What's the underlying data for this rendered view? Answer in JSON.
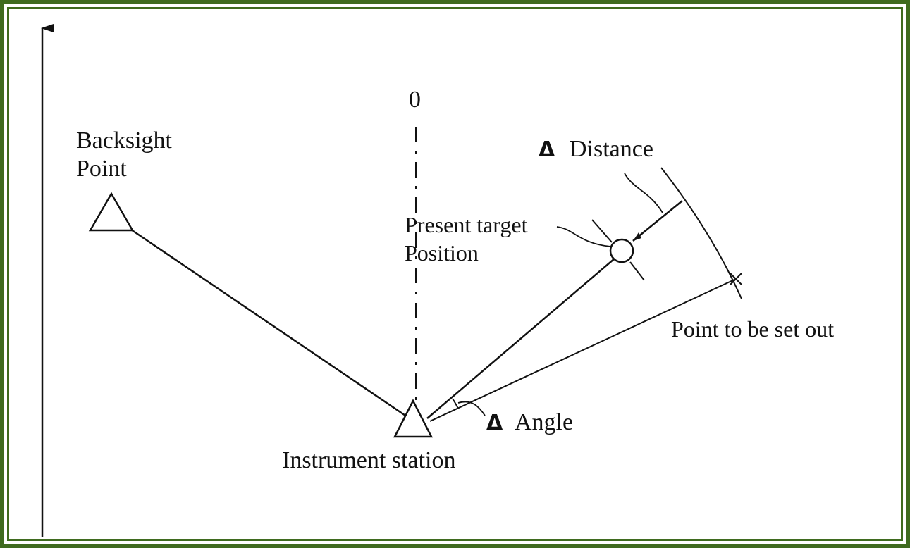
{
  "labels": {
    "zero_direction": "0",
    "backsight_line1": "Backsight",
    "backsight_line2": "Point",
    "present_target_line1": "Present target",
    "present_target_line2": "Position",
    "delta_symbol": "Δ",
    "distance": "Distance",
    "angle": "Angle",
    "point_to_set_out": "Point to be set out",
    "instrument_station": "Instrument station"
  },
  "colors": {
    "frame": "#3f6b1f",
    "line": "#111111",
    "background": "#ffffff"
  }
}
